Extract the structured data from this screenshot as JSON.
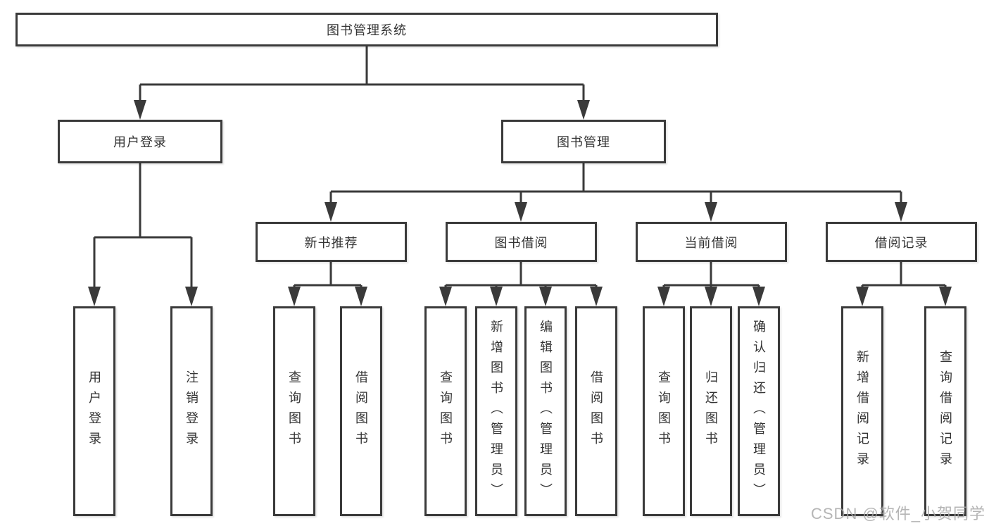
{
  "diagram": {
    "root": {
      "label": "图书管理系统"
    },
    "level2": {
      "user_login": {
        "label": "用户登录"
      },
      "book_mgmt": {
        "label": "图书管理"
      }
    },
    "level3": {
      "new_book_rec": {
        "label": "新书推荐"
      },
      "book_borrow": {
        "label": "图书借阅"
      },
      "current_borrow": {
        "label": "当前借阅"
      },
      "borrow_record": {
        "label": "借阅记录"
      }
    },
    "leaves": {
      "login": {
        "label": "用户登录"
      },
      "logout": {
        "label": "注销登录"
      },
      "rec_query_book": {
        "label": "查询图书"
      },
      "rec_borrow_book": {
        "label": "借阅图书"
      },
      "bor_query_book": {
        "label": "查询图书"
      },
      "bor_add_book": {
        "label": "新增图书（管理员）"
      },
      "bor_edit_book": {
        "label": "编辑图书（管理员）"
      },
      "bor_borrow_book": {
        "label": "借阅图书"
      },
      "cur_query_book": {
        "label": "查询图书"
      },
      "cur_return_book": {
        "label": "归还图书"
      },
      "cur_confirm_return": {
        "label": "确认归还（管理员）"
      },
      "log_add_record": {
        "label": "新增借阅记录"
      },
      "log_query_record": {
        "label": "查询借阅记录"
      }
    },
    "watermark": "CSDN @软件_小贺同学",
    "colors": {
      "line": "#3a3a3a",
      "box_border": "#3a3a3a",
      "text": "#333333",
      "watermark": "#a8a8a8"
    }
  }
}
